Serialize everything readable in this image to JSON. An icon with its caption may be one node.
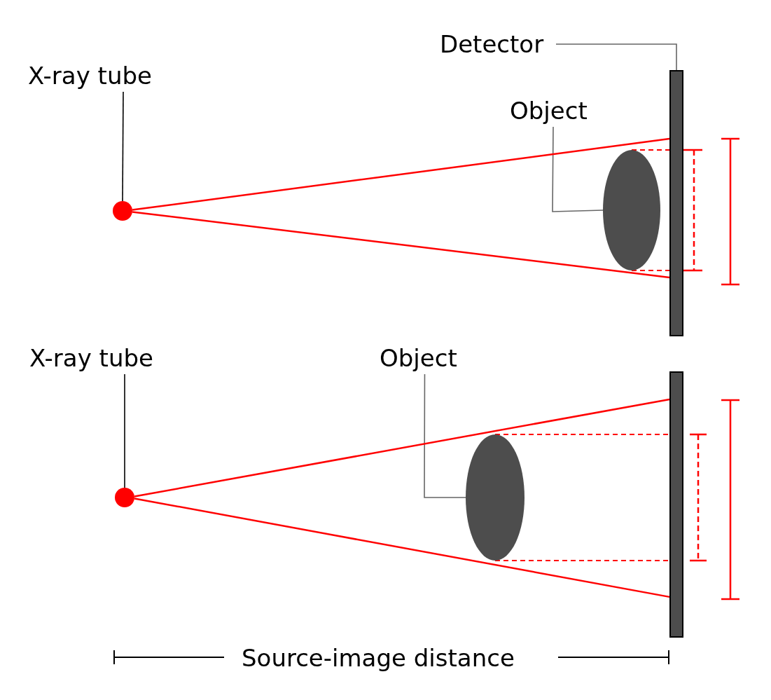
{
  "diagram": {
    "nodes": [
      {
        "text": [
          "X-ray tube"
        ]
      },
      {
        "text": [],
        "shape": "circle"
      },
      {
        "text": [
          "Detector"
        ]
      },
      {
        "text": [],
        "shape": "bar"
      },
      {
        "text": [
          "Object"
        ]
      },
      {
        "text": [],
        "shape": "ellipse"
      },
      {
        "text": [
          "X-ray tube"
        ]
      },
      {
        "text": [],
        "shape": "circle"
      },
      {
        "text": [
          "Object"
        ]
      },
      {
        "text": [],
        "shape": "ellipse"
      },
      {
        "text": [],
        "shape": "bar"
      }
    ],
    "edges": [
      {
        "from": 0,
        "to": 1,
        "arrow": "none",
        "color": "#000000"
      },
      {
        "from": 2,
        "to": 3,
        "arrow": "none",
        "color": "#666666"
      },
      {
        "from": 4,
        "to": 5,
        "arrow": "none",
        "color": "#666666"
      },
      {
        "from": 6,
        "to": 7,
        "arrow": "none",
        "color": "#000000"
      },
      {
        "from": 8,
        "to": 9,
        "arrow": "none",
        "color": "#666666"
      },
      {
        "from": 1,
        "to": 3,
        "arrow": "none"
      },
      {
        "from": 1,
        "to": 3,
        "arrow": "none"
      },
      {
        "from": 7,
        "to": 10,
        "arrow": "none"
      },
      {
        "from": 7,
        "to": 10,
        "arrow": "none"
      },
      {
        "from": 5,
        "to": 3,
        "arrow": "none",
        "style": "dashed"
      },
      {
        "from": 5,
        "to": 3,
        "arrow": "none",
        "style": "dashed"
      },
      {
        "from": 9,
        "to": 10,
        "arrow": "none",
        "style": "dashed"
      },
      {
        "from": 9,
        "to": 10,
        "arrow": "none",
        "style": "dashed"
      }
    ],
    "labels": [
      "Source-image distance"
    ]
  }
}
